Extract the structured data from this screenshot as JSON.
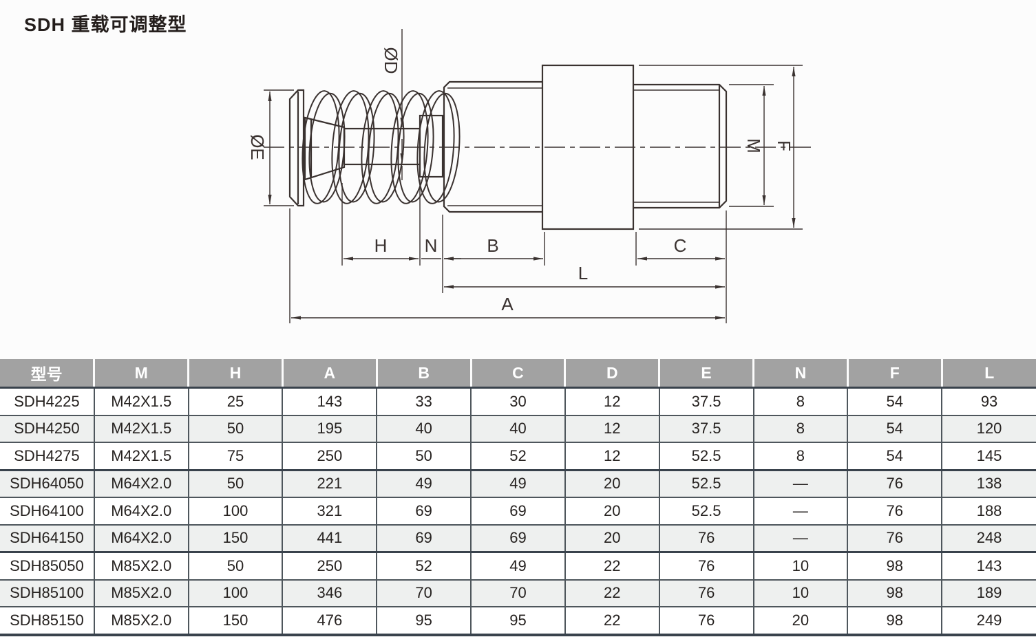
{
  "page": {
    "title": "SDH 重载可调整型"
  },
  "drawing": {
    "labels": {
      "od": "ØD",
      "oe": "ØE",
      "m": "M",
      "f": "F",
      "h": "H",
      "n": "N",
      "b": "B",
      "c": "C",
      "l": "L",
      "a": "A"
    }
  },
  "table": {
    "columns": [
      "型号",
      "M",
      "H",
      "A",
      "B",
      "C",
      "D",
      "E",
      "N",
      "F",
      "L"
    ],
    "rows": [
      [
        "SDH4225",
        "M42X1.5",
        "25",
        "143",
        "33",
        "30",
        "12",
        "37.5",
        "8",
        "54",
        "93"
      ],
      [
        "SDH4250",
        "M42X1.5",
        "50",
        "195",
        "40",
        "40",
        "12",
        "37.5",
        "8",
        "54",
        "120"
      ],
      [
        "SDH4275",
        "M42X1.5",
        "75",
        "250",
        "50",
        "52",
        "12",
        "52.5",
        "8",
        "54",
        "145"
      ],
      [
        "SDH64050",
        "M64X2.0",
        "50",
        "221",
        "49",
        "49",
        "20",
        "52.5",
        "—",
        "76",
        "138"
      ],
      [
        "SDH64100",
        "M64X2.0",
        "100",
        "321",
        "69",
        "69",
        "20",
        "52.5",
        "—",
        "76",
        "188"
      ],
      [
        "SDH64150",
        "M64X2.0",
        "150",
        "441",
        "69",
        "69",
        "20",
        "76",
        "—",
        "76",
        "248"
      ],
      [
        "SDH85050",
        "M85X2.0",
        "50",
        "250",
        "52",
        "49",
        "22",
        "76",
        "10",
        "98",
        "143"
      ],
      [
        "SDH85100",
        "M85X2.0",
        "100",
        "346",
        "70",
        "70",
        "22",
        "76",
        "10",
        "98",
        "189"
      ],
      [
        "SDH85150",
        "M85X2.0",
        "150",
        "476",
        "95",
        "95",
        "22",
        "76",
        "20",
        "98",
        "249"
      ]
    ]
  },
  "colors": {
    "line": "#3a3230",
    "table_header_bg": "#a2a2a2",
    "table_header_text": "#ffffff",
    "row_alt_bg": "#eef0ef",
    "border_dark": "#39424c",
    "border_cell": "#4e565c"
  }
}
